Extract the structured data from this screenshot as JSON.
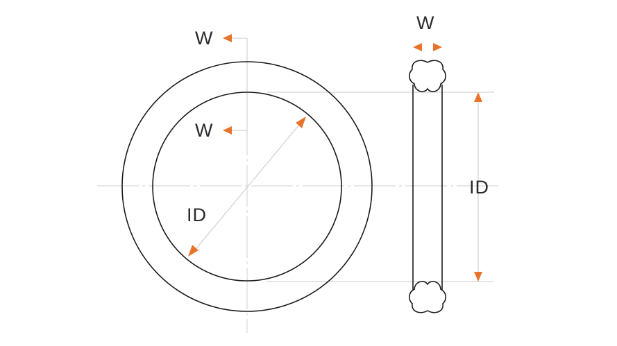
{
  "labels": {
    "width_outer": "W",
    "width_inner": "W",
    "width_side": "W",
    "id_front": "ID",
    "id_side": "ID"
  },
  "colors": {
    "line": "#1a1a1a",
    "dim_line": "#c8c8c8",
    "center_line": "#cfcfcf",
    "arrow": "#e8732a",
    "text": "#2b2b2b"
  }
}
